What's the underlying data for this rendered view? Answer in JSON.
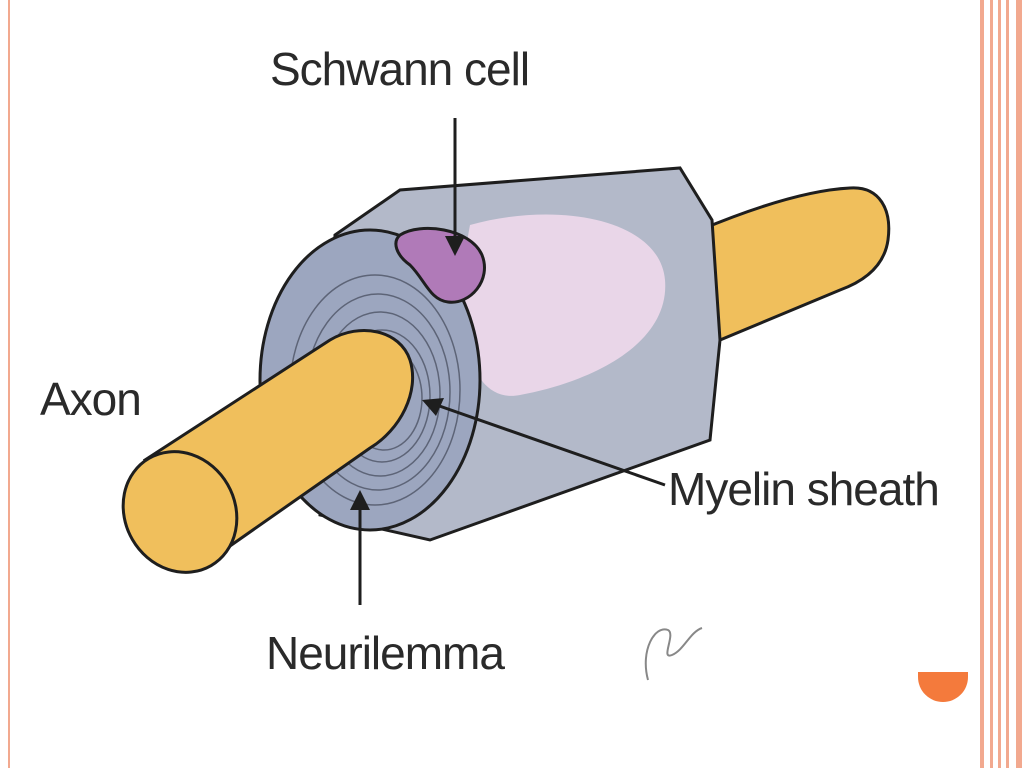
{
  "slide": {
    "accent_color": "#f2a98f",
    "page_marker_color": "#f47a3c",
    "background": "#ffffff"
  },
  "diagram": {
    "labels": {
      "schwann_cell": "Schwann cell",
      "axon": "Axon",
      "myelin_sheath": "Myelin sheath",
      "neurilemma": "Neurilemma"
    },
    "colors": {
      "axon": "#f0bf5c",
      "sheath": "#b3b9c9",
      "sheath_end": "#9ca6bf",
      "nucleus": "#b07ab8",
      "cytoplasm": "#e9d6e8",
      "outline": "#1e1e1e"
    }
  }
}
